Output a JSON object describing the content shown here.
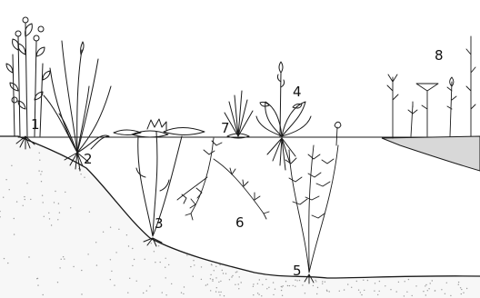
{
  "labels": {
    "zone_1": "1",
    "zone_2": "2",
    "zone_3": "3",
    "zone_4": "4",
    "zone_5": "5",
    "zone_6": "6",
    "zone_7": "7",
    "zone_8": "8"
  },
  "colors": {
    "ink": "#1a1a1a",
    "background": "#ffffff",
    "stipple": "#9a9a9a"
  }
}
